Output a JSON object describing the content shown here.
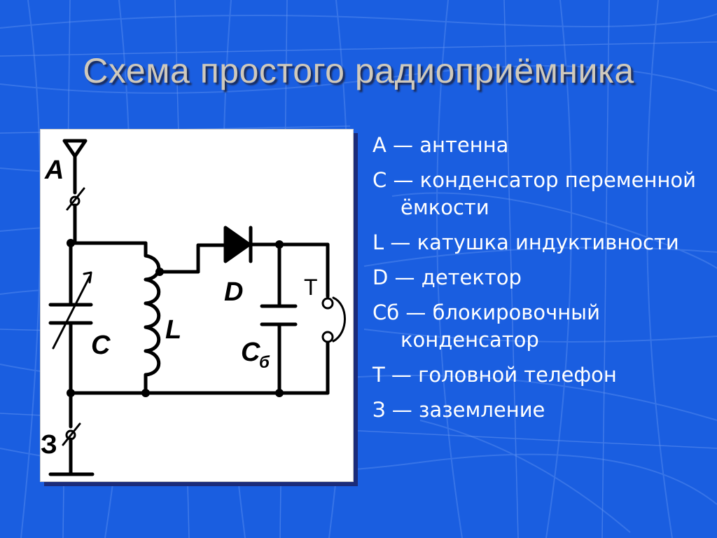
{
  "slide": {
    "title": "Схема простого радиоприёмника",
    "background_color": "#1a5ee0",
    "title_color": "#cfc9bc"
  },
  "diagram": {
    "labels": {
      "antenna": "А",
      "capacitor": "С",
      "coil": "L",
      "detector": "D",
      "blocking_cap": "С",
      "blocking_cap_sub": "б",
      "phone": "Т",
      "ground": "З"
    }
  },
  "legend": [
    "А — антенна",
    "С — конденсатор переменной ёмкости",
    "L — катушка индуктивности",
    "D — детектор",
    "Сб — блокировочный конденсатор",
    "Т — головной телефон",
    "З — заземление"
  ]
}
